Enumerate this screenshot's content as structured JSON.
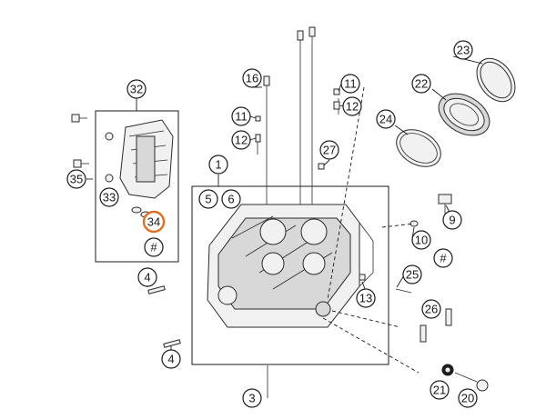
{
  "diagram": {
    "callouts": [
      "32",
      "16",
      "11",
      "11",
      "12",
      "12",
      "23",
      "22",
      "24",
      "27",
      "1",
      "5",
      "6",
      "35",
      "33",
      "34",
      "#",
      "9",
      "10",
      "#",
      "4",
      "25",
      "13",
      "26",
      "4",
      "3",
      "21",
      "20"
    ],
    "highlight_color": "#e07020"
  }
}
